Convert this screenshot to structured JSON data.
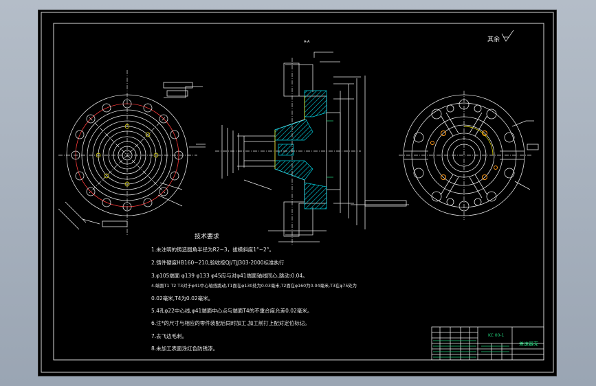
{
  "drawing": {
    "top_label": "A-A",
    "roughness_note": "其余",
    "tech_title": "技术要求",
    "tech_notes": [
      "1.未注明的铸造圆角半径为R2~3，拔模斜度1°~2°。",
      "2.铸件硬度HB160~210,验收按QJ/TJJ303-2000标准执行",
      "3.φ105端面  φ139  φ133  φ45应与对φ41端面轴线同心,跳动:0.04。",
      "4.端面T1 T2 T3对于φ41中心轴线跳动,T1面在φ130处为0.03毫米,T2面在φ160为0.04毫米,T3在φ75处为",
      "0.02毫米,T4为0.02毫米。",
      "5.4孔φ22中心线,φ41端面中心点与端面T4的不重合度允差0.02毫米。",
      "6.注*的尺寸与相应的零件装配后同时加工,加工前打上配对定位标记。",
      "7.去飞边毛刺。",
      "8.未加工表面涂红色防锈漆。"
    ],
    "title_block": {
      "part_code": "KC 00-1",
      "part_name": "差速器壳"
    },
    "colors": {
      "background": "#000000",
      "line_white": "#e6e6e6",
      "line_red": "#ff3b3b",
      "line_yellow": "#f2e600",
      "line_green": "#22d07a",
      "line_cyan": "#00d6e6",
      "line_orange": "#ff9a1a"
    }
  }
}
